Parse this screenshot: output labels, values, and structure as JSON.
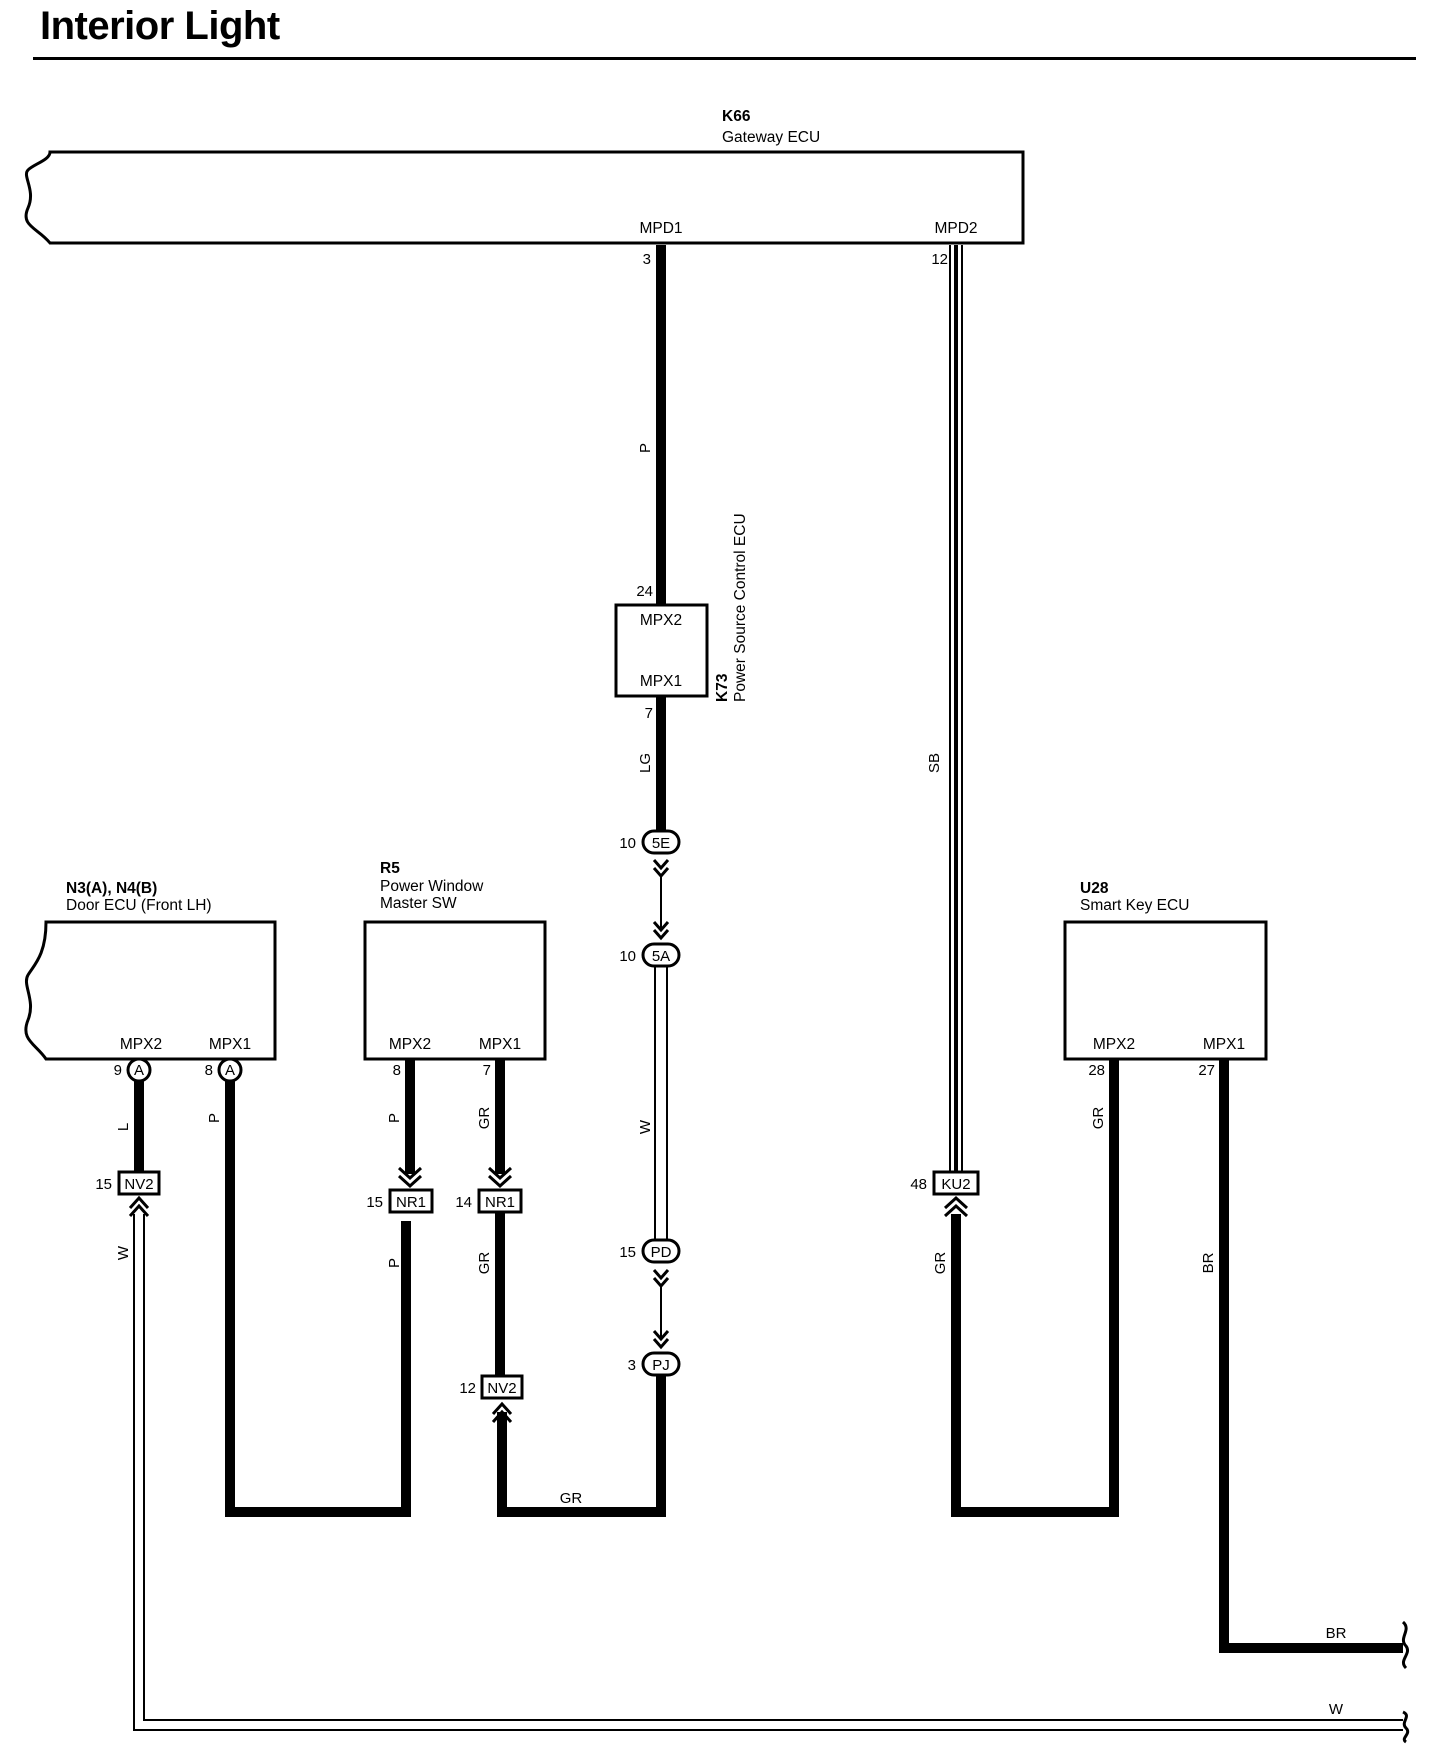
{
  "title": "Interior Light",
  "components": {
    "gateway": {
      "code": "K66",
      "name": "Gateway ECU",
      "terminals": [
        "MPD1",
        "MPD2"
      ],
      "pins": [
        "3",
        "12"
      ]
    },
    "power_source": {
      "code": "K73",
      "name": "Power Source Control ECU",
      "terminals": [
        "MPX2",
        "MPX1"
      ],
      "pins": [
        "24",
        "7"
      ]
    },
    "door_ecu": {
      "code": "N3(A), N4(B)",
      "name": "Door ECU (Front LH)",
      "terminals": [
        "MPX2",
        "MPX1"
      ],
      "pins": [
        "9",
        "8"
      ],
      "connector": "A"
    },
    "pw_master": {
      "code": "R5",
      "name_line1": "Power Window",
      "name_line2": "Master SW",
      "terminals": [
        "MPX2",
        "MPX1"
      ],
      "pins": [
        "8",
        "7"
      ]
    },
    "smart_key": {
      "code": "U28",
      "name": "Smart Key ECU",
      "terminals": [
        "MPX2",
        "MPX1"
      ],
      "pins": [
        "28",
        "27"
      ]
    }
  },
  "connectors": [
    {
      "id": "5E",
      "pin": "10"
    },
    {
      "id": "5A",
      "pin": "10"
    },
    {
      "id": "PD",
      "pin": "15"
    },
    {
      "id": "PJ",
      "pin": "3"
    },
    {
      "id": "NV2",
      "pin": "15"
    },
    {
      "id": "NR1",
      "pin": "15"
    },
    {
      "id": "NR1",
      "pin": "14"
    },
    {
      "id": "NV2",
      "pin": "12"
    },
    {
      "id": "KU2",
      "pin": "48"
    }
  ],
  "wire_colors": {
    "mpd1_to_k73": "P",
    "mpd2_to_ku2": "SB",
    "k73_to_5e": "LG",
    "5a_to_pd": "W",
    "door_mpx2": "L",
    "door_mpx1": "P",
    "nv2_down": "W",
    "r5_mpx2": "P",
    "nr1_15_down": "P",
    "r5_mpx1": "GR",
    "nr1_14_down": "GR",
    "bottom_gr": "GR",
    "ku2_down": "GR",
    "u28_mpx2": "GR",
    "u28_mpx1": "BR",
    "exit_br": "BR",
    "exit_w": "W"
  },
  "colors": {
    "line": "#000000",
    "background": "#ffffff"
  }
}
